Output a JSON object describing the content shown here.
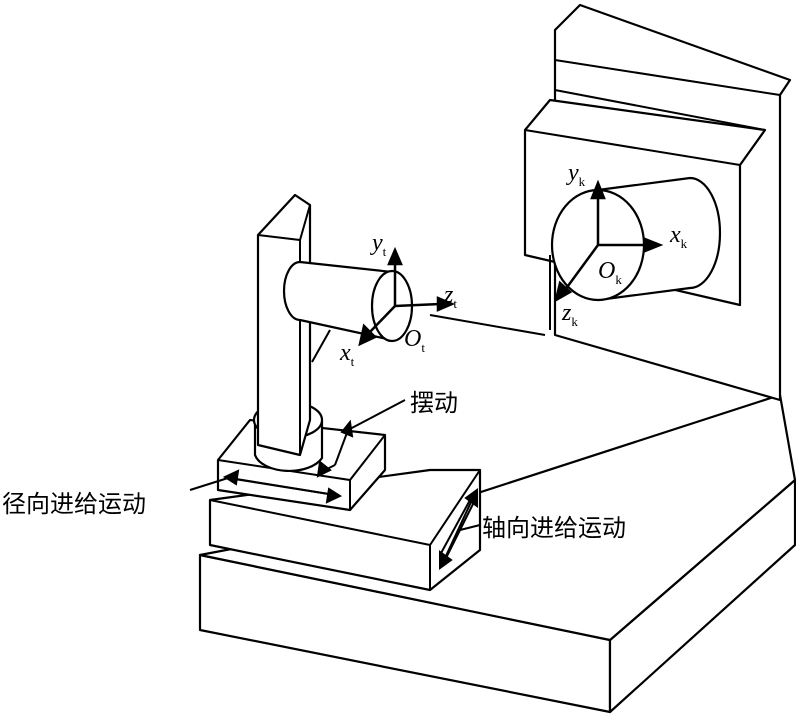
{
  "labels": {
    "swing": "摆动",
    "radial_feed": "径向进给运动",
    "axial_feed": "轴向进给运动"
  },
  "tool_axes": {
    "y": "y",
    "z": "z",
    "x": "x",
    "origin": "O",
    "sub": "t"
  },
  "workpiece_axes": {
    "y": "y",
    "x": "x",
    "origin": "O",
    "z": "z",
    "sub": "k"
  }
}
